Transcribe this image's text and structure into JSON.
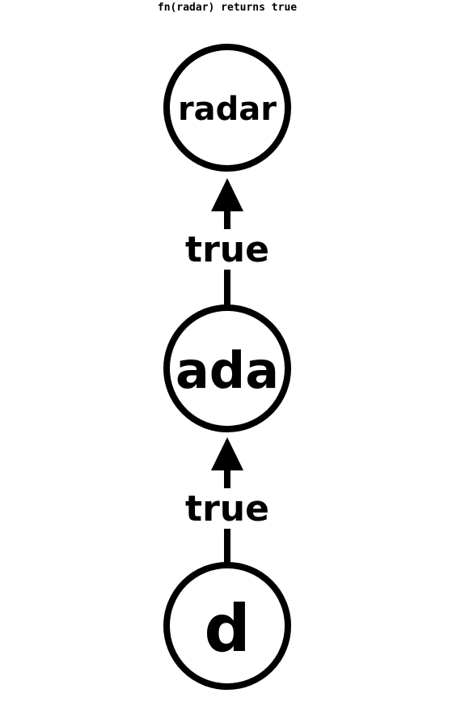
{
  "caption": "fn(radar) returns true",
  "nodes": [
    {
      "id": "radar",
      "label": "radar"
    },
    {
      "id": "ada",
      "label": "ada"
    },
    {
      "id": "d",
      "label": "d"
    }
  ],
  "edges": [
    {
      "from": "ada",
      "to": "radar",
      "label": "true"
    },
    {
      "from": "d",
      "to": "ada",
      "label": "true"
    }
  ],
  "colors": {
    "stroke": "#000000",
    "background": "#ffffff"
  }
}
